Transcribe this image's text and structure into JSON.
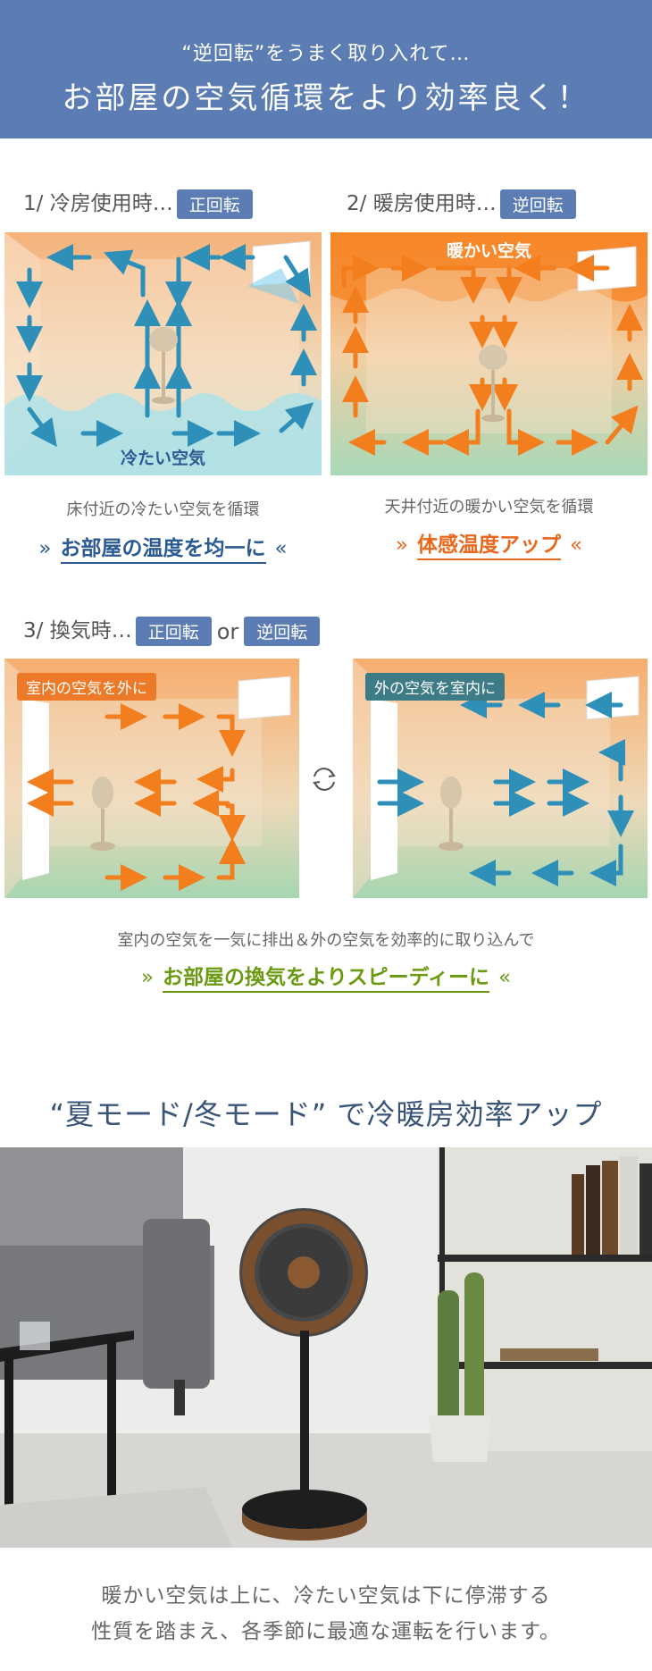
{
  "banner": {
    "subtitle": "“逆回転”をうまく取り入れて…",
    "title": "お部屋の空気循環をより効率良く！"
  },
  "step1": {
    "label": "1/ 冷房使用時…",
    "badge": "正回転",
    "air_label": "冷たい空気",
    "caption": "床付近の冷たい空気を循環",
    "headline": "お部屋の温度を均一に"
  },
  "step2": {
    "label": "2/ 暖房使用時…",
    "badge": "逆回転",
    "air_label": "暖かい空気",
    "caption": "天井付近の暖かい空気を循環",
    "headline": "体感温度アップ"
  },
  "step3": {
    "label": "3/ 換気時…",
    "badge_a": "正回転",
    "or": "or",
    "badge_b": "逆回転",
    "left_tag": "室内の空気を外に",
    "right_tag": "外の空気を室内に",
    "caption": "室内の空気を一気に排出＆外の空気を効率的に取り込んで",
    "headline": "お部屋の換気をよりスピーディーに"
  },
  "chevron_left": "»",
  "chevron_right": "«",
  "section_title": "“夏モード/冬モード” で冷暖房効率アップ",
  "footer": {
    "line1": "暖かい空気は上に、冷たい空気は下に停滞する",
    "line2": "性質を踏まえ、各季節に最適な運転を行います。"
  },
  "colors": {
    "banner": "#5b7db4",
    "cool": "#2e8fb8",
    "warm": "#f07a1f",
    "green": "#6a9a12",
    "navy": "#2b5a94",
    "orange_text": "#e8691e"
  }
}
